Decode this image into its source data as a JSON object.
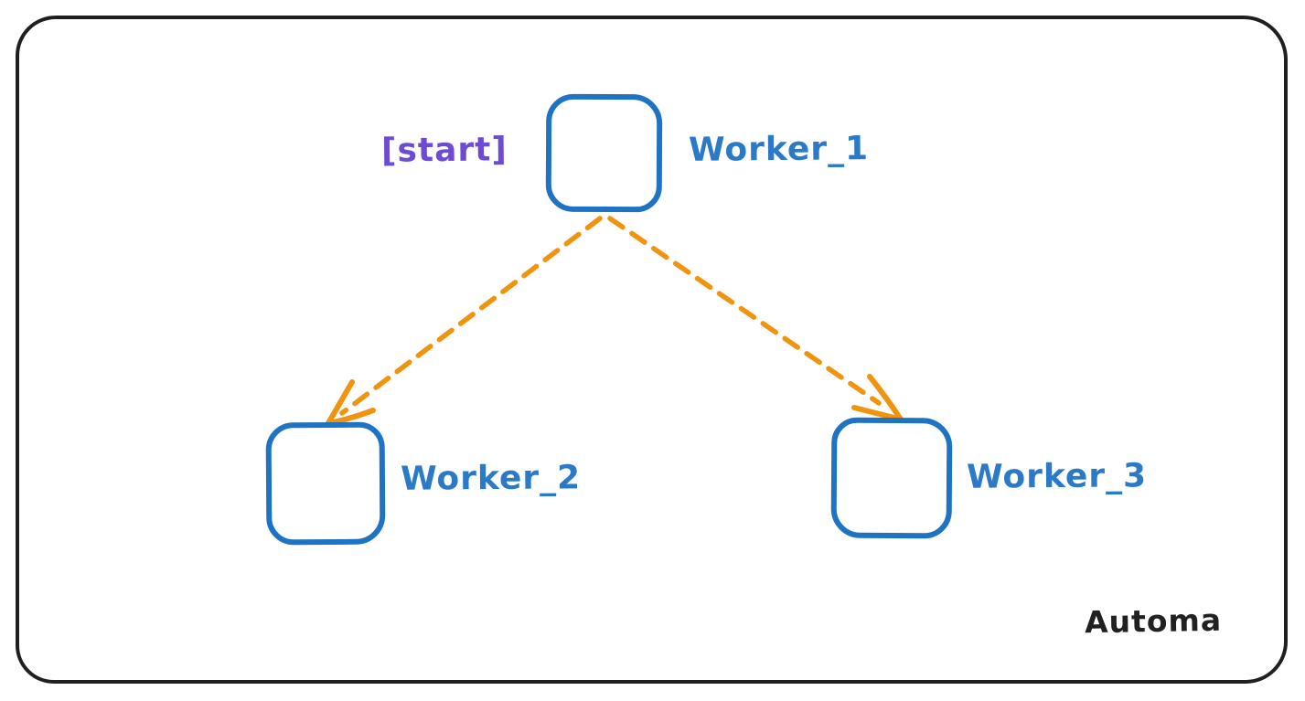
{
  "diagram": {
    "watermark": "Automa",
    "start_annotation": "[start]",
    "nodes": [
      {
        "id": "worker_1",
        "label": "Worker_1",
        "role": "start"
      },
      {
        "id": "worker_2",
        "label": "Worker_2",
        "role": "child"
      },
      {
        "id": "worker_3",
        "label": "Worker_3",
        "role": "child"
      }
    ],
    "edges": [
      {
        "from": "worker_1",
        "to": "worker_2",
        "style": "dashed",
        "direction": "down-left"
      },
      {
        "from": "worker_1",
        "to": "worker_3",
        "style": "dashed",
        "direction": "down-right"
      }
    ],
    "colors": {
      "node_stroke": "#1e73c4",
      "label_text": "#2b7ac8",
      "edge": "#f0930e",
      "start_text": "#6d4bd5",
      "frame": "#1f1f1f",
      "background": "#ffffff"
    }
  }
}
